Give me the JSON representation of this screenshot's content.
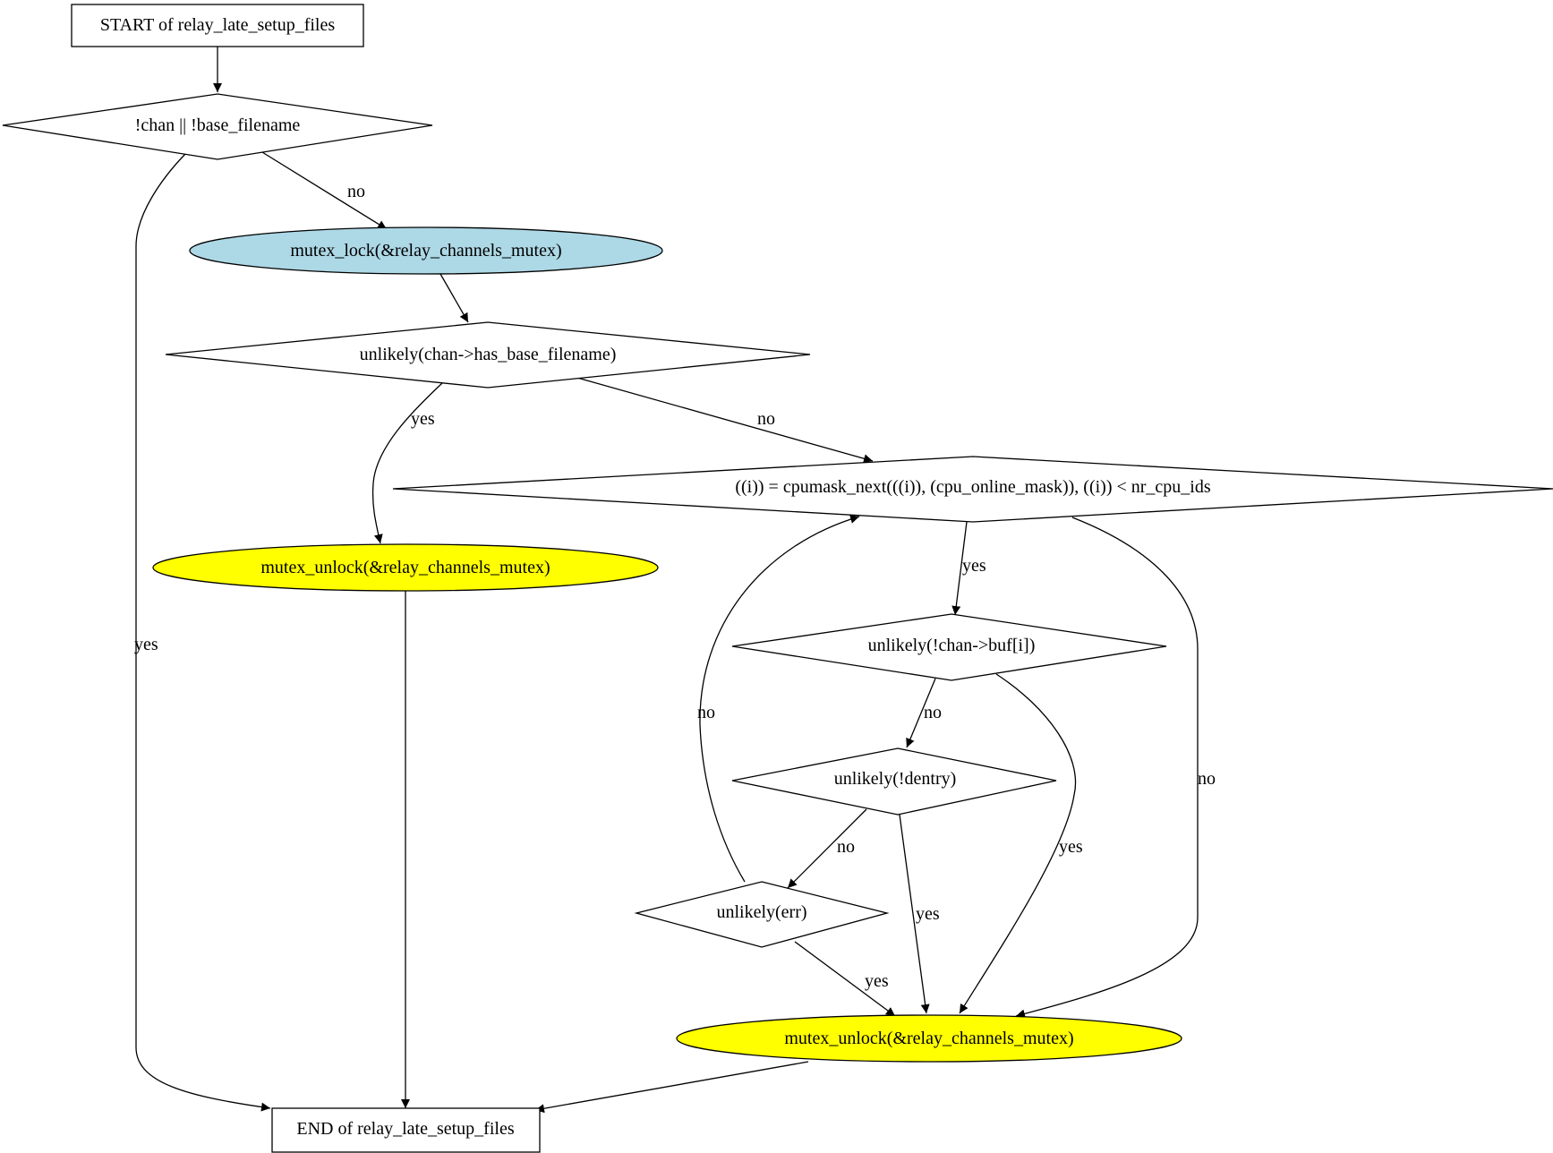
{
  "nodes": {
    "start": "START of relay_late_setup_files",
    "cond_chan": "!chan || !base_filename",
    "lock": "mutex_lock(&relay_channels_mutex)",
    "cond_has_base": "unlikely(chan->has_base_filename)",
    "unlock_early": "mutex_unlock(&relay_channels_mutex)",
    "cond_loop": "((i)) = cpumask_next(((i)), (cpu_online_mask)), ((i)) < nr_cpu_ids",
    "cond_buf": "unlikely(!chan->buf[i])",
    "cond_dentry": "unlikely(!dentry)",
    "cond_err": "unlikely(err)",
    "unlock_late": "mutex_unlock(&relay_channels_mutex)",
    "end": "END of relay_late_setup_files"
  },
  "edge_labels": {
    "chan_no": "no",
    "chan_yes": "yes",
    "has_base_yes": "yes",
    "has_base_no": "no",
    "loop_yes": "yes",
    "loop_no": "no",
    "buf_no": "no",
    "buf_yes": "yes",
    "dentry_no": "no",
    "dentry_yes": "yes",
    "err_no": "no",
    "err_yes": "yes"
  },
  "colors": {
    "lock_fill": "#add8e6",
    "unlock_fill": "#ffff00",
    "default_fill": "#ffffff"
  }
}
